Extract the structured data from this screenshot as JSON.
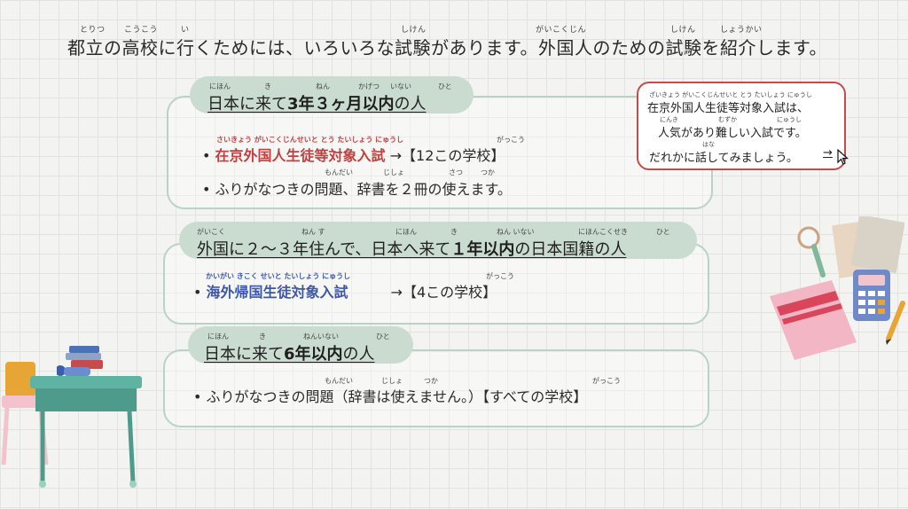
{
  "heading": {
    "ruby": [
      "とりつ",
      "こうこう",
      "い",
      "しけん",
      "がいこくじん",
      "しけん",
      "しょうかい"
    ],
    "text": "都立の高校に行くためには、いろいろな試験があります。外国人のための試験を紹介します。"
  },
  "section1": {
    "pill_ruby": [
      "にほん",
      "き",
      "ねん",
      "かげつ",
      "いない",
      "ひと"
    ],
    "pill_pre": "日本に来て",
    "pill_bold": "3年３ヶ月以内",
    "pill_post": "の人",
    "item1_ruby": "さいきょう がいこくじんせいと とう たいしょう にゅうし",
    "item1_red": "在京外国人生徒等対象入試",
    "item1_rest": "→【12この学校】",
    "item1_ruby2": "がっこう",
    "item2_ruby": [
      "もんだい",
      "じしょ",
      "さつ",
      "つか"
    ],
    "item2": "ふりがなつきの問題、辞書を２冊の使えます。"
  },
  "section2": {
    "pill_ruby": [
      "がいこく",
      "ねん す",
      "にほん",
      "き",
      "ねん いない",
      "にほんこくせき",
      "ひと"
    ],
    "pill_pre": "外国に２～３年住んで、日本へ来て",
    "pill_bold": "１年以内",
    "pill_post": "の日本国籍の人",
    "item1_ruby": "かいがい きこく せいと たいしょう にゅうし",
    "item1_blue": "海外帰国生徒対象入試",
    "item1_rest": "→【4この学校】",
    "item1_ruby2": "がっこう"
  },
  "section3": {
    "pill_ruby": [
      "にほん",
      "き",
      "ねんいない",
      "ひと"
    ],
    "pill_pre": "日本に来て",
    "pill_bold": "6年以内",
    "pill_post": "の人",
    "item_ruby": [
      "もんだい",
      "じしょ",
      "つか",
      "がっこう"
    ],
    "item": "ふりがなつきの問題（辞書は使えません。）【すべての学校】"
  },
  "callout": {
    "ruby1": "ざいきょう がいこくじんせいと とう たいしょう にゅうし",
    "line1": "在京外国人生徒等対象入試は、",
    "ruby2": [
      "にんき",
      "むずか",
      "にゅうし"
    ],
    "line2": "人気があり難しい入試です。",
    "ruby3": "はな",
    "line3": "だれかに話してみましょう。",
    "link": "→"
  },
  "colors": {
    "accent_green": "#c9dccf",
    "border_green": "#b9d3c6",
    "red": "#c0413f",
    "blue": "#3e58a8",
    "callout_border": "#c74a4a"
  },
  "icons": [
    "school-desk-icon",
    "books-icon",
    "magnifier-icon",
    "calculator-icon",
    "notebook-icon",
    "pencil-icon",
    "paper-icon",
    "cursor-icon"
  ]
}
